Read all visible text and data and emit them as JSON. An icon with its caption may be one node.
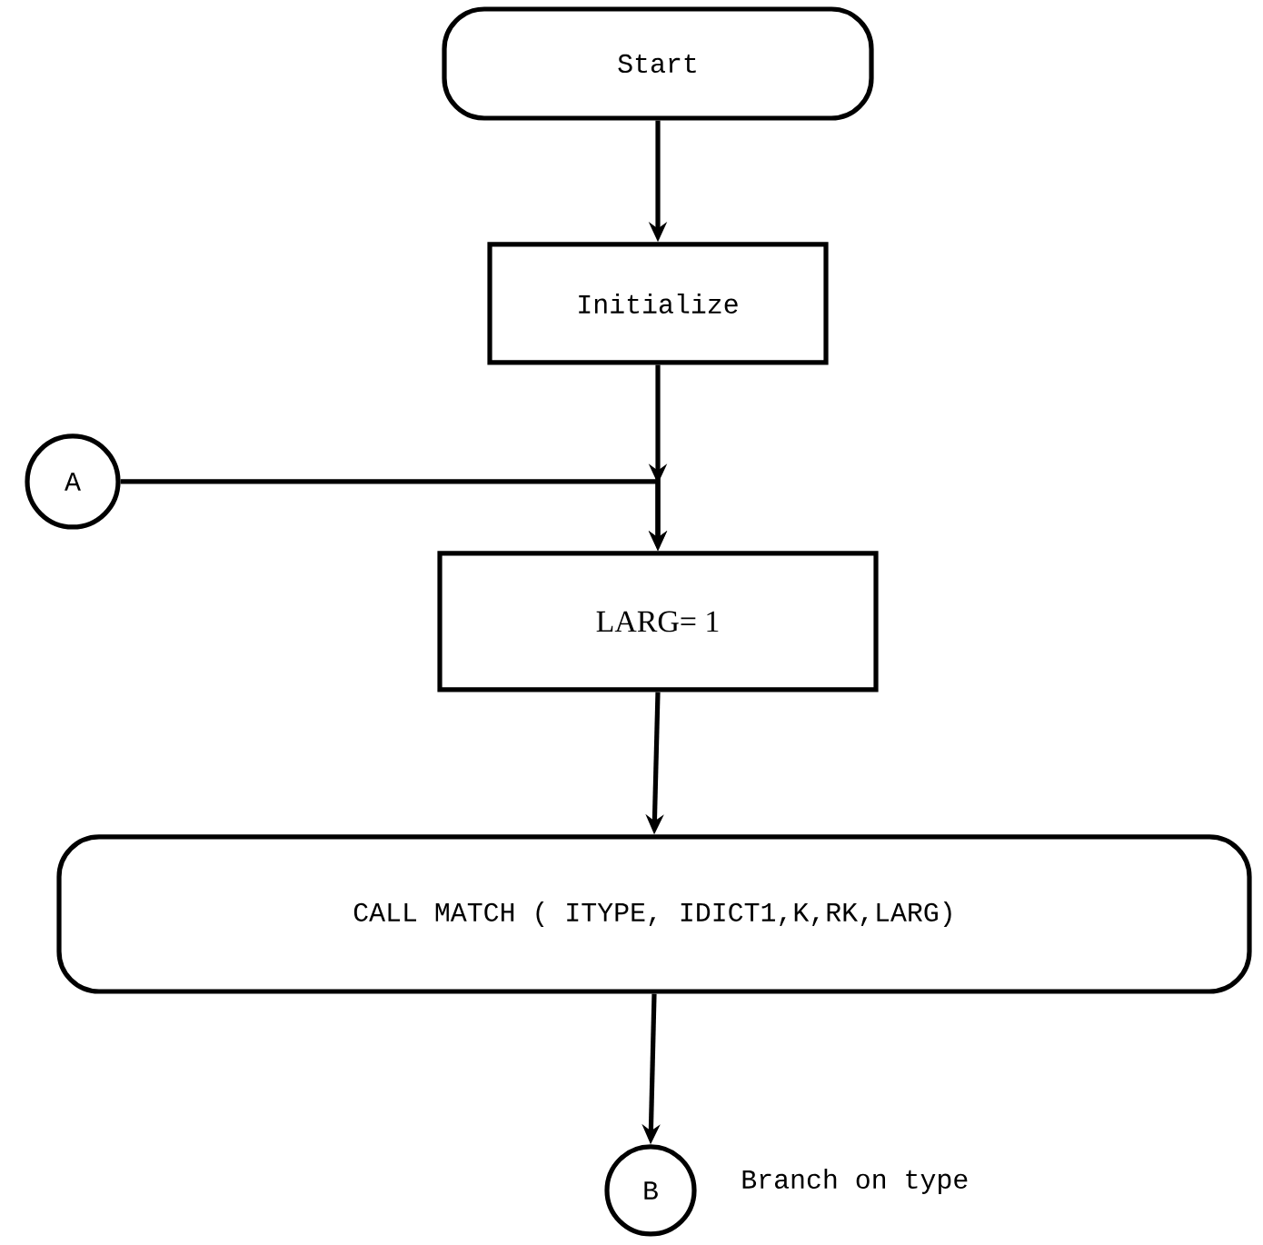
{
  "diagram": {
    "nodes": [
      {
        "text": [
          "Start"
        ]
      },
      {
        "text": [
          "Initialize"
        ]
      },
      {
        "text": [
          "A"
        ]
      },
      {
        "text": [
          "LARG= 1"
        ]
      },
      {
        "text": [
          "CALL MATCH ( ITYPE, IDICT1,K,RK,LARG)"
        ]
      },
      {
        "text": [
          "B"
        ],
        "beside": [
          "Branch on type"
        ]
      }
    ],
    "edges": [
      {
        "from": 0,
        "to": 1,
        "arrow": "to"
      },
      {
        "from": 1,
        "to": 3,
        "arrow": "to"
      },
      {
        "from": 2,
        "to": 3,
        "arrow": "to"
      },
      {
        "from": 3,
        "to": 4,
        "arrow": "to"
      },
      {
        "from": 4,
        "to": 5,
        "arrow": "to"
      }
    ]
  }
}
